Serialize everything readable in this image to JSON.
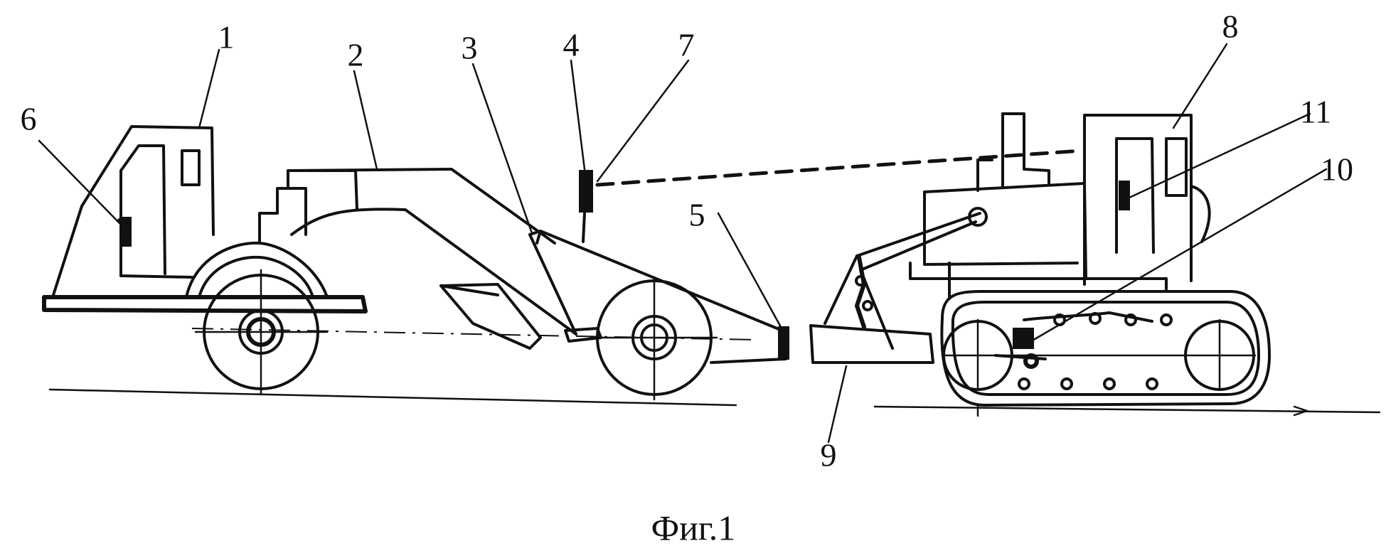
{
  "figure": {
    "caption": "Фиг.1",
    "labels": {
      "l1": "1",
      "l2": "2",
      "l3": "3",
      "l4": "4",
      "l5": "5",
      "l6": "6",
      "l7": "7",
      "l8": "8",
      "l9": "9",
      "l10": "10",
      "l11": "11"
    }
  }
}
